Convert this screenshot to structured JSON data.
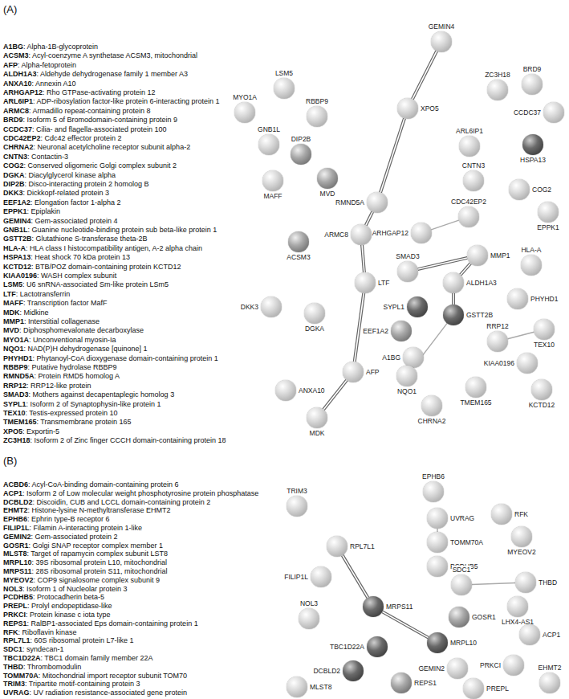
{
  "diagram": {
    "nodes": [
      {
        "text": [
          "GEMIN4"
        ]
      },
      {
        "text": [
          "MYO1A"
        ]
      },
      {
        "text": [
          "LSM5"
        ]
      },
      {
        "text": [
          "XPO5"
        ]
      },
      {
        "text": [
          "ZC3H18"
        ]
      },
      {
        "text": [
          "BRD9"
        ]
      },
      {
        "text": [
          "CCDC37"
        ]
      },
      {
        "text": [
          "GNB1L"
        ]
      },
      {
        "text": [
          "RBBP9"
        ]
      },
      {
        "text": [
          "ARL6IP1"
        ]
      },
      {
        "text": [
          "HSPA13"
        ]
      },
      {
        "text": [
          "DIP2B"
        ]
      },
      {
        "text": [
          "CNTN3"
        ]
      },
      {
        "text": [
          "MVD"
        ]
      },
      {
        "text": [
          "MAFF"
        ]
      },
      {
        "text": [
          "RMND5A"
        ]
      },
      {
        "text": [
          "COG2"
        ]
      },
      {
        "text": [
          "EPPK1"
        ]
      },
      {
        "text": [
          "CDC42EP2"
        ]
      },
      {
        "text": [
          "ARHGAP12"
        ]
      },
      {
        "text": [
          "ARMC8"
        ]
      },
      {
        "text": [
          "ACSM3"
        ]
      },
      {
        "text": [
          "MMP1"
        ]
      },
      {
        "text": [
          "SMAD3"
        ]
      },
      {
        "text": [
          "HLA-A"
        ]
      },
      {
        "text": [
          "ALDH1A3"
        ]
      },
      {
        "text": [
          "LTF"
        ]
      },
      {
        "text": [
          "PHYHD1"
        ]
      },
      {
        "text": [
          "SYPL1"
        ]
      },
      {
        "text": [
          "DKK3"
        ]
      },
      {
        "text": [
          "DGKA"
        ]
      },
      {
        "text": [
          "GSTT2B"
        ]
      },
      {
        "text": [
          "EEF1A2"
        ]
      },
      {
        "text": [
          "RRP12"
        ]
      },
      {
        "text": [
          "TEX10"
        ]
      },
      {
        "text": [
          "A1BG"
        ]
      },
      {
        "text": [
          "AFP"
        ]
      },
      {
        "text": [
          "KIAA0196"
        ]
      },
      {
        "text": [
          "NQO1"
        ]
      },
      {
        "text": [
          "KCTD12"
        ]
      },
      {
        "text": [
          "TMEM165"
        ]
      },
      {
        "text": [
          "ANXA10"
        ]
      },
      {
        "text": [
          "CHRNA2"
        ]
      },
      {
        "text": [
          "MDK"
        ]
      },
      {
        "text": [
          "EPHB6"
        ]
      },
      {
        "text": [
          "TRIM3"
        ]
      },
      {
        "text": [
          "UVRAG"
        ]
      },
      {
        "text": [
          "RFK"
        ]
      },
      {
        "text": [
          "MYEOV2"
        ]
      },
      {
        "text": [
          "TOMM70A"
        ]
      },
      {
        "text": [
          "RPL7L1"
        ]
      },
      {
        "text": [
          "PCDHB5"
        ]
      },
      {
        "text": [
          "FILIP1L"
        ]
      },
      {
        "text": [
          "SDC1"
        ]
      },
      {
        "text": [
          "THBD"
        ]
      },
      {
        "text": [
          "LHX4-AS1"
        ]
      },
      {
        "text": [
          "MRPS11"
        ]
      },
      {
        "text": [
          "NOL3"
        ]
      },
      {
        "text": [
          "GOSR1"
        ]
      },
      {
        "text": [
          "MRPL10"
        ]
      },
      {
        "text": [
          "TBC1D22A"
        ]
      },
      {
        "text": [
          "ACP1"
        ]
      },
      {
        "text": [
          "GEMIN2"
        ]
      },
      {
        "text": [
          "DCBLD2"
        ]
      },
      {
        "text": [
          "PRKCI"
        ]
      },
      {
        "text": [
          "REPS1"
        ]
      },
      {
        "text": [
          "PREPL"
        ]
      },
      {
        "text": [
          "EHMT2"
        ]
      },
      {
        "text": [
          "MLST8"
        ]
      }
    ],
    "edges": [
      {
        "from": 0,
        "to": 3,
        "arrow": "none"
      },
      {
        "from": 3,
        "to": 15,
        "arrow": "none"
      },
      {
        "from": 15,
        "to": 20,
        "arrow": "none"
      },
      {
        "from": 20,
        "to": 26,
        "arrow": "none"
      },
      {
        "from": 26,
        "to": 36,
        "arrow": "none"
      },
      {
        "from": 36,
        "to": 43,
        "arrow": "none"
      },
      {
        "from": 19,
        "to": 18,
        "arrow": "none"
      },
      {
        "from": 23,
        "to": 22,
        "arrow": "none"
      },
      {
        "from": 22,
        "to": 25,
        "arrow": "none"
      },
      {
        "from": 25,
        "to": 31,
        "arrow": "none"
      },
      {
        "from": 31,
        "to": 38,
        "arrow": "none"
      },
      {
        "from": 33,
        "to": 34,
        "arrow": "none"
      },
      {
        "from": 50,
        "to": 56,
        "arrow": "none"
      },
      {
        "from": 56,
        "to": 59,
        "arrow": "none"
      },
      {
        "from": 53,
        "to": 54,
        "arrow": "none"
      },
      {
        "from": 46,
        "to": 49,
        "arrow": "none"
      }
    ],
    "labels": [
      "(A)",
      "A1BG: Alpha-1B-glycoprotein",
      "ACSM3: Acyl-coenzyme A synthetase ACSM3, mitochondrial",
      "AFP: Alpha-fetoprotein",
      "ALDH1A3: Aldehyde dehydrogenase family 1 member A3",
      "ANXA10: Annexin A10",
      "ARHGAP12: Rho GTPase-activating protein 12",
      "ARL6IP1: ADP-ribosylation factor-like protein 6-interacting protein 1",
      "ARMC8: Armadillo repeat-containing protein 8",
      "BRD9: Isoform 5 of Bromodomain-containing protein 9",
      "CCDC37: Cilia- and flagella-associated protein 100",
      "CDC42EP2: Cdc42 effector protein 2",
      "CHRNA2: Neuronal acetylcholine receptor subunit alpha-2",
      "CNTN3: Contactin-3",
      "COG2: Conserved oligomeric Golgi complex subunit 2",
      "DGKA: Diacylglycerol kinase alpha",
      "DIP2B: Disco-interacting protein 2 homolog B",
      "DKK3: Dickkopf-related protein 3",
      "EEF1A2: Elongation factor 1-alpha 2",
      "EPPK1: Epiplakin",
      "GEMIN4: Gem-associated protein 4",
      "GNB1L: Guanine nucleotide-binding protein sub beta-like protein 1",
      "GSTT2B: Glutathione S-transferase theta-2B",
      "HLA-A: HLA class I histocompatibility antigen, A-2 alpha chain",
      "HSPA13: Heat shock 70 kDa protein 13",
      "KCTD12: BTB/POZ domain-containing protein KCTD12",
      "KIAA0196: WASH complex subunit",
      "LSM5: U6 snRNA-associated Sm-like protein LSm5",
      "LTF: Lactotransferrin",
      "MAFF: Transcription factor MafF",
      "MDK: Midkine",
      "MMP1: Interstitial collagenase",
      "MVD: Diphosphomevalonate decarboxylase",
      "MYO1A: Unconventional myosin-Ia",
      "NQO1: NAD(P)H dehydrogenase [quinone] 1",
      "PHYHD1: Phytanoyl-CoA dioxygenase domain-containing protein 1",
      "RBBP9: Putative hydrolase RBBP9",
      "RMND5A: Protein RMD5 homolog A",
      "RRP12: RRP12-like protein",
      "SMAD3: Mothers against decapentaplegic homolog 3",
      "SYPL1: Isoform 2 of Synaptophysin-like protein 1",
      "TEX10: Testis-expressed protein 10",
      "TMEM165: Transmembrane protein 165",
      "XPO5: Exportin-5",
      "ZC3H18: Isoform 2 of Zinc finger CCCH domain-containing protein 18",
      "(B)",
      "ACBD6: Acyl-CoA-binding domain-containing protein 6",
      "ACP1: Isoform 2 of Low molecular weight phosphotyrosine protein phosphatase",
      "DCBLD2: Discoidin, CUB and LCCL domain-containing protein 2",
      "EHMT2: Histone-lysine N-methyltransferase EHMT2",
      "EPHB6: Ephrin type-B receptor 6",
      "FILIP1L: Filamin A-interacting protein 1-like",
      "GEMIN2: Gem-associated protein 2",
      "GOSR1: Golgi SNAP receptor complex member 1",
      "MLST8: Target of rapamycin complex subunit LST8",
      "MRPL10: 39S ribosomal protein L10, mitochondrial",
      "MRPS11: 28S ribosomal protein S11, mitochondrial",
      "MYEOV2: COP9 signalosome complex subunit 9",
      "NOL3: Isoform 1 of Nucleolar protein 3",
      "PCDHB5: Protocadherin beta-5",
      "PREPL: Prolyl endopeptidase-like",
      "PRKCI: Protein kinase c iota type",
      "REPS1: RalBP1-associated Eps domain-containing protein 1",
      "RFK: Riboflavin kinase",
      "RPL7L1: 60S ribosomal protein L7-like 1",
      "SDC1: syndecan-1",
      "TBC1D22A: TBC1 domain family member 22A",
      "THBD: Thrombomodulin",
      "TOMM70A: Mitochondrial import receptor subunit TOM70",
      "TRIM3: Tripartite motif-containing protein 3",
      "UVRAG: UV radiation resistance-associated gene protein"
    ]
  }
}
